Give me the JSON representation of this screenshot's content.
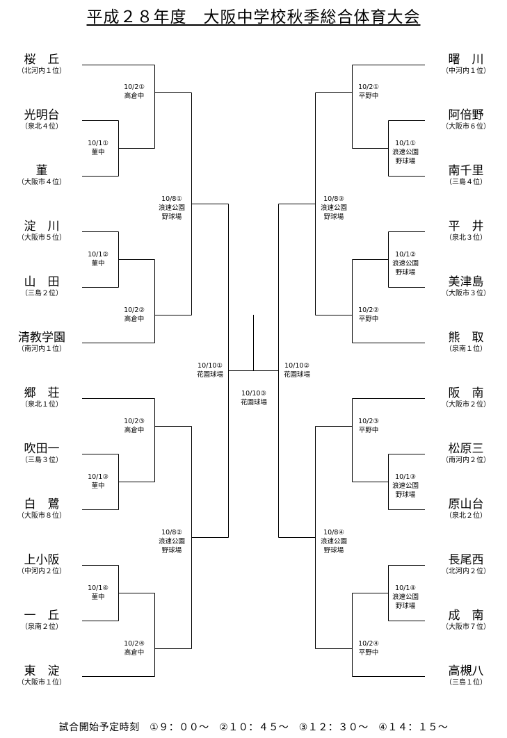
{
  "title": "平成２８年度　大阪中学校秋季総合体育大会",
  "left_teams": [
    {
      "name": "桜　丘",
      "seed": "（北河内１位）"
    },
    {
      "name": "光明台",
      "seed": "（泉北４位）"
    },
    {
      "name": "菫",
      "seed": "（大阪市４位）"
    },
    {
      "name": "淀　川",
      "seed": "（大阪市５位）"
    },
    {
      "name": "山　田",
      "seed": "（三島２位）"
    },
    {
      "name": "清教学園",
      "seed": "（南河内１位）"
    },
    {
      "name": "郷　荘",
      "seed": "（泉北１位）"
    },
    {
      "name": "吹田一",
      "seed": "（三島３位）"
    },
    {
      "name": "白　鷺",
      "seed": "（大阪市８位）"
    },
    {
      "name": "上小阪",
      "seed": "（中河内２位）"
    },
    {
      "name": "一　丘",
      "seed": "（泉南２位）"
    },
    {
      "name": "東　淀",
      "seed": "（大阪市１位）"
    }
  ],
  "right_teams": [
    {
      "name": "曙　川",
      "seed": "（中河内１位）"
    },
    {
      "name": "阿倍野",
      "seed": "（大阪市６位）"
    },
    {
      "name": "南千里",
      "seed": "（三島４位）"
    },
    {
      "name": "平　井",
      "seed": "（泉北３位）"
    },
    {
      "name": "美津島",
      "seed": "（大阪市３位）"
    },
    {
      "name": "熊　取",
      "seed": "（泉南１位）"
    },
    {
      "name": "阪　南",
      "seed": "（大阪市２位）"
    },
    {
      "name": "松原三",
      "seed": "（南河内２位）"
    },
    {
      "name": "原山台",
      "seed": "（泉北２位）"
    },
    {
      "name": "長尾西",
      "seed": "（北河内２位）"
    },
    {
      "name": "成　南",
      "seed": "（大阪市７位）"
    },
    {
      "name": "高槻八",
      "seed": "（三島１位）"
    }
  ],
  "matches_left": {
    "r1": [
      {
        "date": "10/1①",
        "venue": "菫中"
      },
      {
        "date": "10/1②",
        "venue": "菫中"
      },
      {
        "date": "10/1③",
        "venue": "菫中"
      },
      {
        "date": "10/1④",
        "venue": "菫中"
      }
    ],
    "r2": [
      {
        "date": "10/2①",
        "venue": "高倉中"
      },
      {
        "date": "10/2②",
        "venue": "高倉中"
      },
      {
        "date": "10/2③",
        "venue": "高倉中"
      },
      {
        "date": "10/2④",
        "venue": "高倉中"
      }
    ],
    "r3": [
      {
        "date": "10/8①",
        "venue": "浪速公園\n野球場"
      },
      {
        "date": "10/8②",
        "venue": "浪速公園\n野球場"
      }
    ],
    "semi": {
      "date": "10/10①",
      "venue": "花園球場"
    }
  },
  "matches_right": {
    "r1": [
      {
        "date": "10/1①",
        "venue": "浪速公園\n野球場"
      },
      {
        "date": "10/1②",
        "venue": "浪速公園\n野球場"
      },
      {
        "date": "10/1③",
        "venue": "浪速公園\n野球場"
      },
      {
        "date": "10/1④",
        "venue": "浪速公園\n野球場"
      }
    ],
    "r2": [
      {
        "date": "10/2①",
        "venue": "平野中"
      },
      {
        "date": "10/2②",
        "venue": "平野中"
      },
      {
        "date": "10/2③",
        "venue": "平野中"
      },
      {
        "date": "10/2④",
        "venue": "平野中"
      }
    ],
    "r3": [
      {
        "date": "10/8③",
        "venue": "浪速公園\n野球場"
      },
      {
        "date": "10/8④",
        "venue": "浪速公園\n野球場"
      }
    ],
    "semi": {
      "date": "10/10②",
      "venue": "花園球場"
    }
  },
  "final": {
    "date": "10/10③",
    "venue": "花園球場"
  },
  "footer": "試合開始予定時刻　①９：００～　②１０：４５～　③１２：３０～　④１４：１５～"
}
